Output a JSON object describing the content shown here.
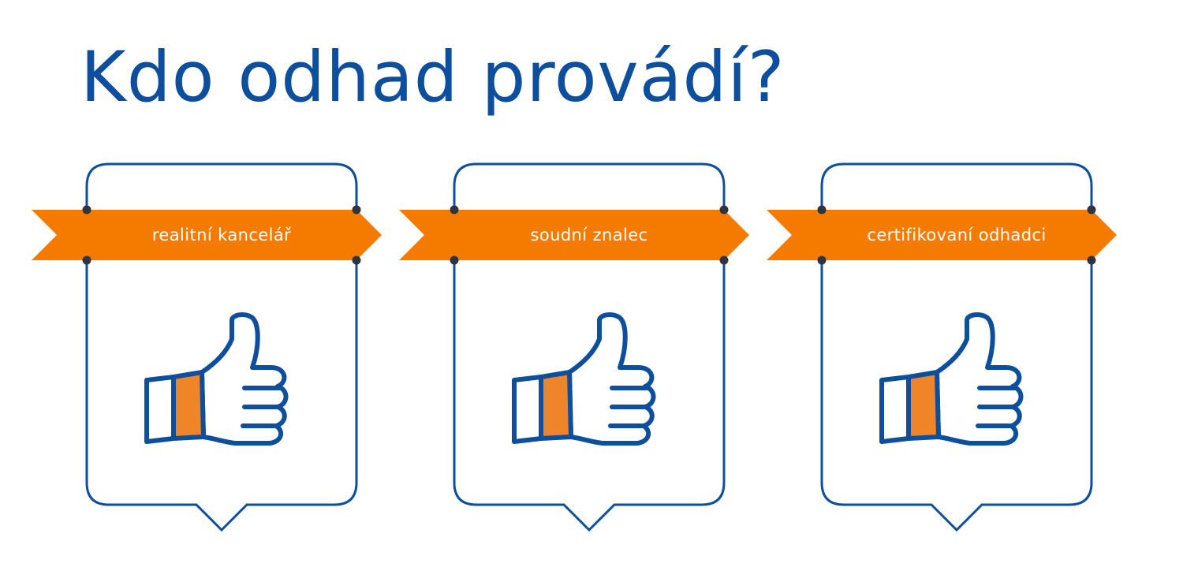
{
  "title": "Kdo odhad provádí?",
  "colors": {
    "blue": "#0d4f9c",
    "orange": "#f47b00",
    "thumb_cuff": "#ef8428",
    "dot": "#2f3540",
    "text_on_arrow": "#ffffff"
  },
  "steps": [
    {
      "label": "realitní kancelář",
      "icon": "thumbs-up-icon"
    },
    {
      "label": "soudní znalec",
      "icon": "thumbs-up-icon"
    },
    {
      "label": "certifikovaní odhadci",
      "icon": "thumbs-up-icon"
    }
  ]
}
